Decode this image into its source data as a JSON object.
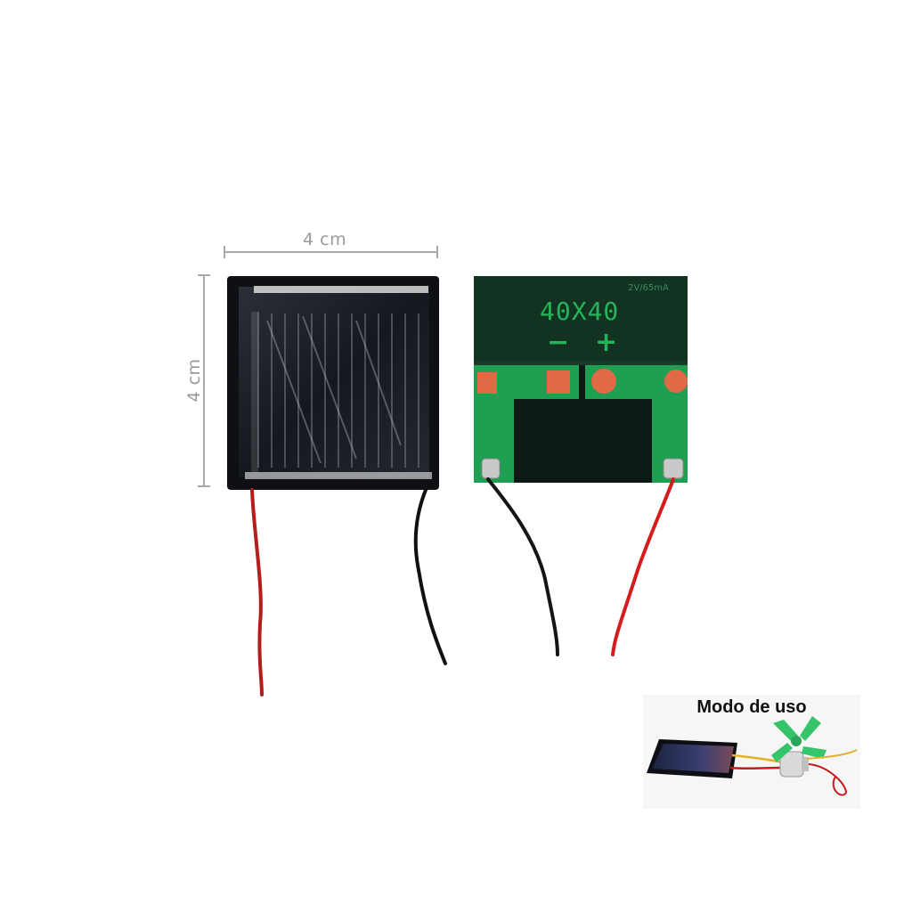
{
  "dimensions": {
    "width_label": "4 cm",
    "height_label": "4 cm"
  },
  "panel_back": {
    "model_label": "40X40",
    "minus_label": "−",
    "plus_label": "+",
    "small_print": "2V/65mA"
  },
  "inset": {
    "title": "Modo de uso"
  },
  "colors": {
    "pcb_green": "#1f9f52",
    "pcb_dark": "#0d2a1c",
    "pad_copper": "#e06a45",
    "wire_red": "#c81d1d",
    "wire_black": "#111111",
    "measure_gray": "#9a9a9a",
    "fan_green": "#36c46a"
  }
}
